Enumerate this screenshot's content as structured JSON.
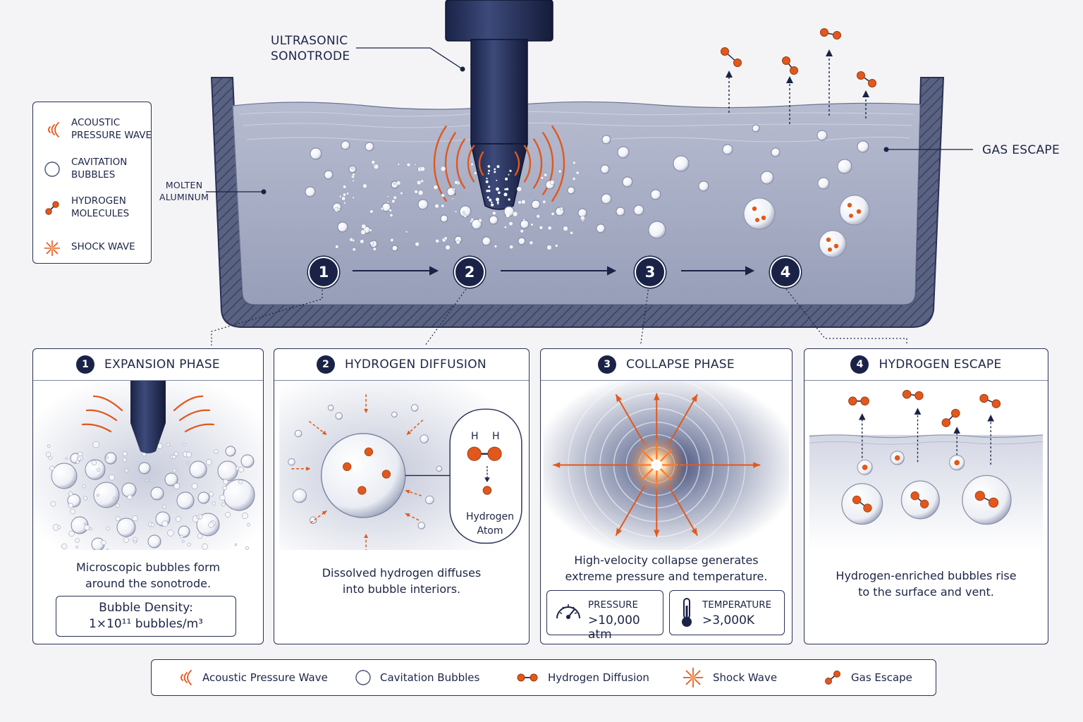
{
  "colors": {
    "navy": "#1a2347",
    "orange": "#e2581c",
    "molten": "#a3a9c0",
    "panel_bg": "#ffffff"
  },
  "callouts": {
    "sonotrode": "ULTRASONIC\nSONOTRODE",
    "molten": "MOLTEN\nALUMINUM",
    "gas_escape": "GAS ESCAPE"
  },
  "legend": {
    "items": [
      {
        "icon": "acoustic-wave-icon",
        "label": "ACOUSTIC\nPRESSURE WAVE"
      },
      {
        "icon": "bubble-icon",
        "label": "CAVITATION\nBUBBLES"
      },
      {
        "icon": "hydrogen-molecule-icon",
        "label": "HYDROGEN\nMOLECULES"
      },
      {
        "icon": "shock-wave-icon",
        "label": "SHOCK WAVE"
      }
    ]
  },
  "steps": [
    "1",
    "2",
    "3",
    "4"
  ],
  "panels": [
    {
      "num": "1",
      "title": "EXPANSION PHASE",
      "caption": "Microscopic bubbles form\naround the sonotrode.",
      "box_title": "Bubble Density:",
      "box_value": "1×10¹¹ bubbles/m³"
    },
    {
      "num": "2",
      "title": "HYDROGEN DIFFUSION",
      "caption": "Dissolved hydrogen diffuses\ninto bubble interiors.",
      "inset_h1": "H",
      "inset_h2": "H",
      "inset_label": "Hydrogen\nAtom"
    },
    {
      "num": "3",
      "title": "COLLAPSE PHASE",
      "caption": "High-velocity collapse generates\nextreme pressure and temperature.",
      "pressure_label": "PRESSURE",
      "pressure_value": ">10,000 atm",
      "temperature_label": "TEMPERATURE",
      "temperature_value": ">3,000K"
    },
    {
      "num": "4",
      "title": "HYDROGEN ESCAPE",
      "caption": "Hydrogen-enriched bubbles rise\nto the surface and vent."
    }
  ],
  "bottom_legend": [
    {
      "icon": "acoustic-wave-icon",
      "label": "Acoustic Pressure Wave"
    },
    {
      "icon": "bubble-icon",
      "label": "Cavitation Bubbles"
    },
    {
      "icon": "hydrogen-diffusion-icon",
      "label": "Hydrogen Diffusion"
    },
    {
      "icon": "shock-wave-icon",
      "label": "Shock Wave"
    },
    {
      "icon": "gas-escape-icon",
      "label": "Gas Escape"
    }
  ]
}
